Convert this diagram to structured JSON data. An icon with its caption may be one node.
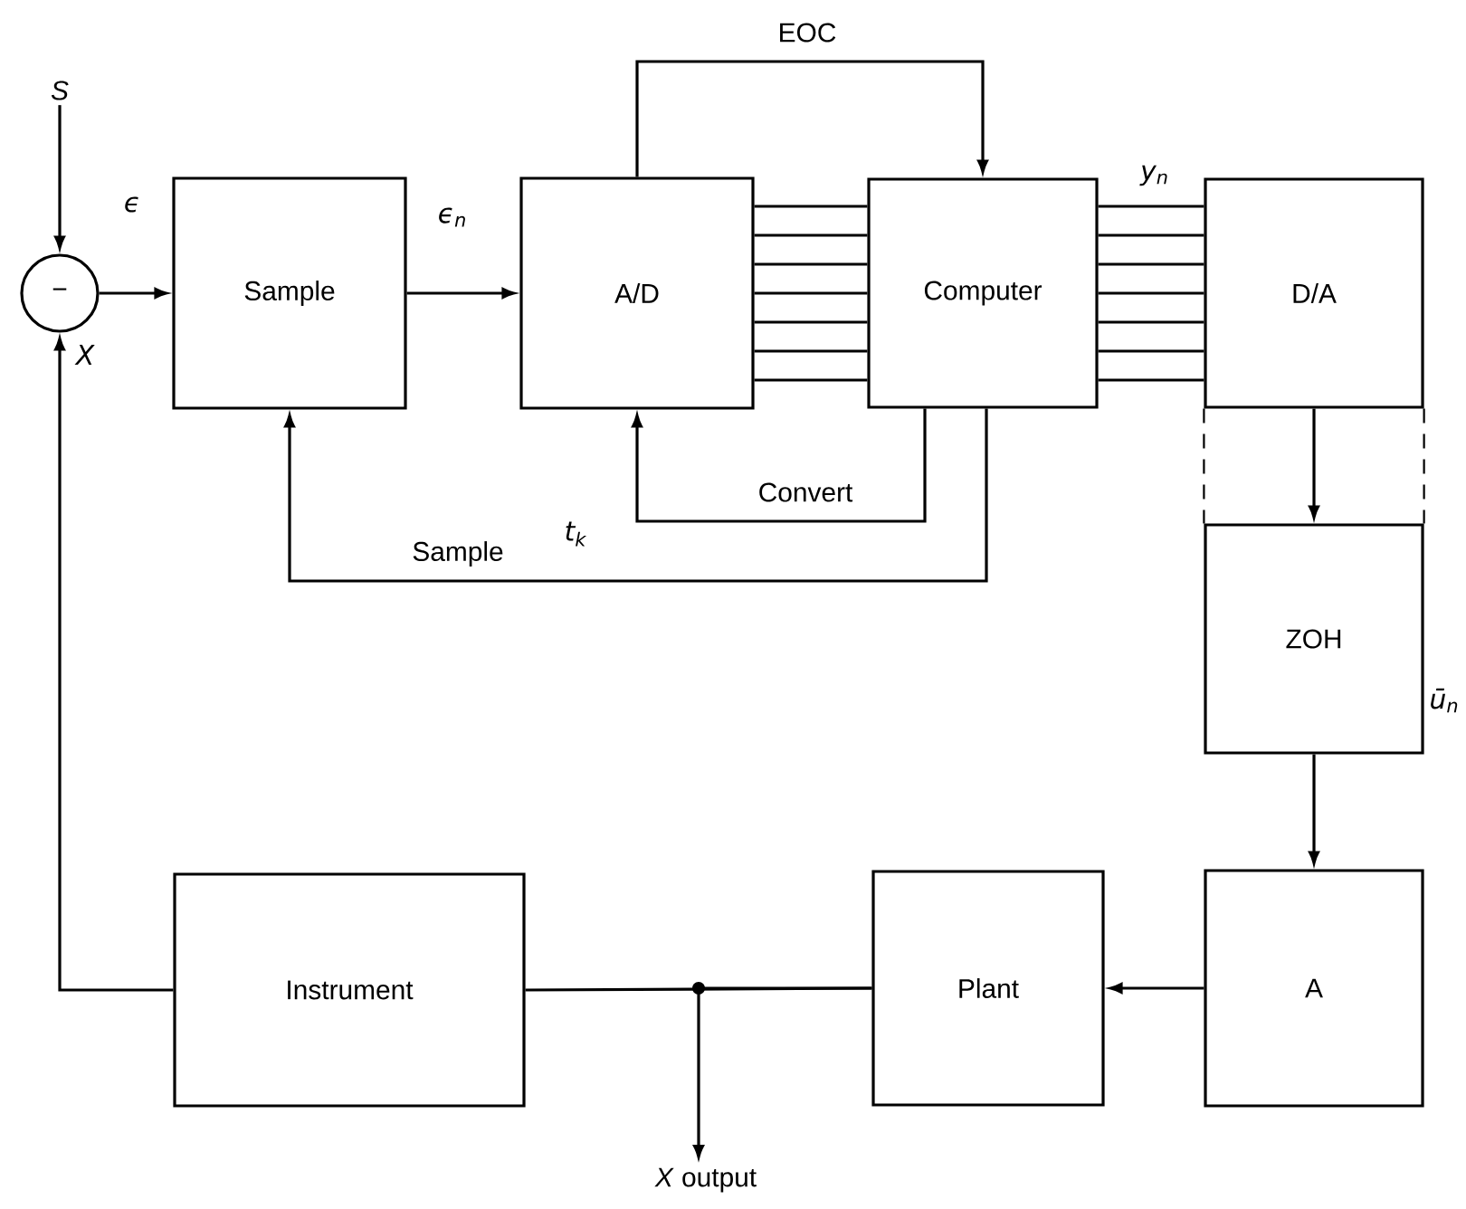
{
  "diagram": {
    "nodes": [
      {
        "text": [
          "S"
        ]
      },
      {
        "text": [
          "−"
        ]
      },
      {
        "text": [
          "Sample"
        ]
      },
      {
        "text": [
          "A/D"
        ]
      },
      {
        "text": [
          "Computer"
        ]
      },
      {
        "text": [
          "D/A"
        ]
      },
      {
        "text": [
          "ZOH"
        ]
      },
      {
        "text": [
          "A"
        ]
      },
      {
        "text": [
          "Plant"
        ]
      },
      {
        "text": [
          "Instrument"
        ]
      },
      {
        "text": [
          "*X* output"
        ]
      }
    ],
    "edges": [
      {
        "from": 0,
        "to": 1,
        "arrow": "to"
      },
      {
        "from": 1,
        "to": 2,
        "arrow": "to",
        "label": "ϵ"
      },
      {
        "from": 2,
        "to": 3,
        "arrow": "to",
        "label": "ϵ$_{n}$"
      },
      {
        "from": 3,
        "to": 4,
        "arrow": "to",
        "label": "EOC"
      },
      {
        "from": 3,
        "to": 4,
        "arrow": "none"
      },
      {
        "from": 3,
        "to": 4,
        "arrow": "none"
      },
      {
        "from": 3,
        "to": 4,
        "arrow": "none"
      },
      {
        "from": 3,
        "to": 4,
        "arrow": "none"
      },
      {
        "from": 3,
        "to": 4,
        "arrow": "none"
      },
      {
        "from": 3,
        "to": 4,
        "arrow": "none"
      },
      {
        "from": 3,
        "to": 4,
        "arrow": "none"
      },
      {
        "from": 4,
        "to": 5,
        "arrow": "none",
        "label": "y$_{n}$"
      },
      {
        "from": 4,
        "to": 5,
        "arrow": "none"
      },
      {
        "from": 4,
        "to": 5,
        "arrow": "none"
      },
      {
        "from": 4,
        "to": 5,
        "arrow": "none"
      },
      {
        "from": 4,
        "to": 5,
        "arrow": "none"
      },
      {
        "from": 4,
        "to": 5,
        "arrow": "none"
      },
      {
        "from": 4,
        "to": 5,
        "arrow": "none"
      },
      {
        "from": 4,
        "to": 3,
        "arrow": "to",
        "label": "Convert"
      },
      {
        "from": 4,
        "to": 2,
        "arrow": "to",
        "label": "Sample"
      },
      {
        "from": 5,
        "to": 6,
        "arrow": "to"
      },
      {
        "from": 5,
        "to": 6,
        "arrow": "none",
        "style": "dashed"
      },
      {
        "from": 5,
        "to": 6,
        "arrow": "none",
        "style": "dashed"
      },
      {
        "from": 6,
        "to": 7,
        "arrow": "to",
        "label": "ū$_{n}$"
      },
      {
        "from": 7,
        "to": 8,
        "arrow": "to"
      },
      {
        "from": 8,
        "to": 9,
        "arrow": "none"
      },
      {
        "from": 8,
        "to": 10,
        "arrow": "to"
      },
      {
        "from": 9,
        "to": 1,
        "arrow": "to",
        "label": "X"
      }
    ],
    "labels": [
      "t$_{k}$"
    ]
  }
}
